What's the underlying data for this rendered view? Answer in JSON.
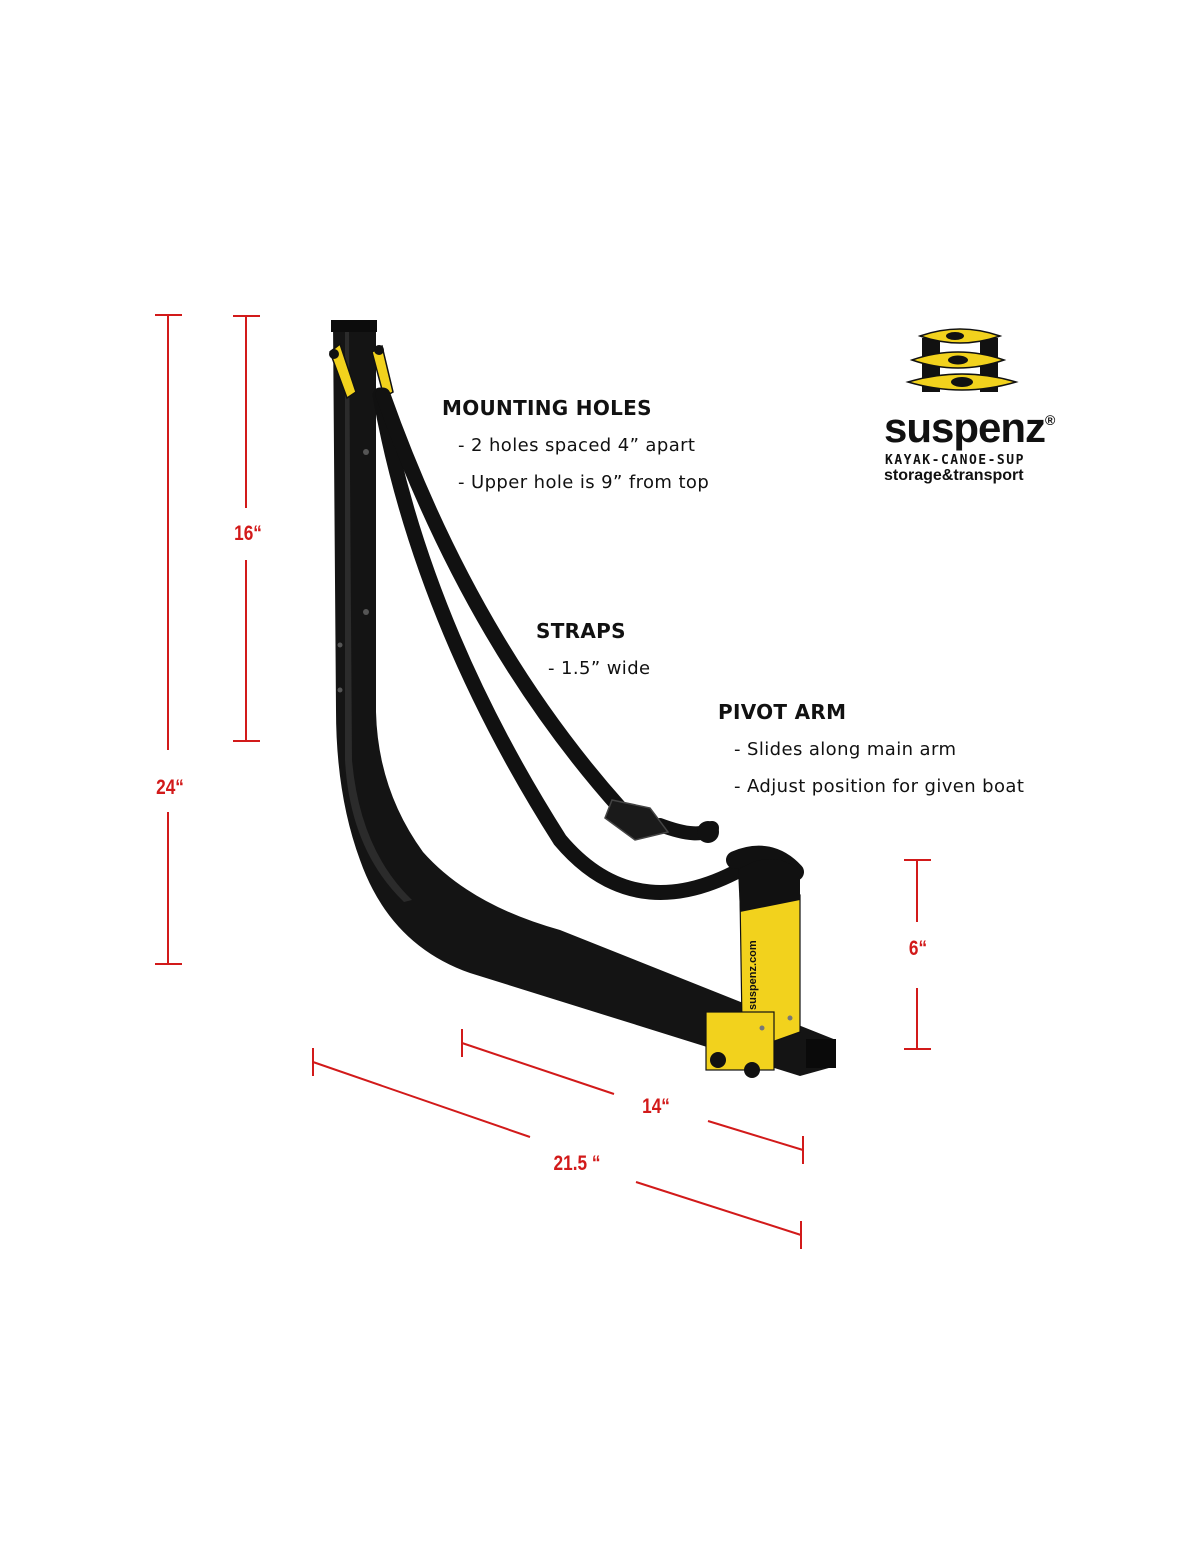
{
  "colors": {
    "dimension_red": "#d21a1a",
    "frame_black": "#141414",
    "pivot_yellow": "#f2d21d",
    "text_black": "#111111"
  },
  "brand": {
    "name": "suspenz",
    "registered": "®",
    "tagline_1": "KAYAK-CANOE-SUP",
    "tagline_2": "storage&transport",
    "icon": "stacked-kayaks-logo-icon"
  },
  "callouts": {
    "mounting_holes": {
      "title": "MOUNTING HOLES",
      "items": [
        "- 2 holes spaced 4” apart",
        "- Upper hole is 9” from top"
      ]
    },
    "straps": {
      "title": "STRAPS",
      "items": [
        "- 1.5” wide"
      ]
    },
    "pivot_arm": {
      "title": "PIVOT ARM",
      "items": [
        "- Slides along main arm",
        "- Adjust position for given boat"
      ]
    }
  },
  "dimensions": {
    "total_height": "24“",
    "upper_height": "16“",
    "pivot_height": "6“",
    "arm_length": "14“",
    "total_length": "21.5 “"
  },
  "product": {
    "pivot_label": "suspenz.com"
  }
}
